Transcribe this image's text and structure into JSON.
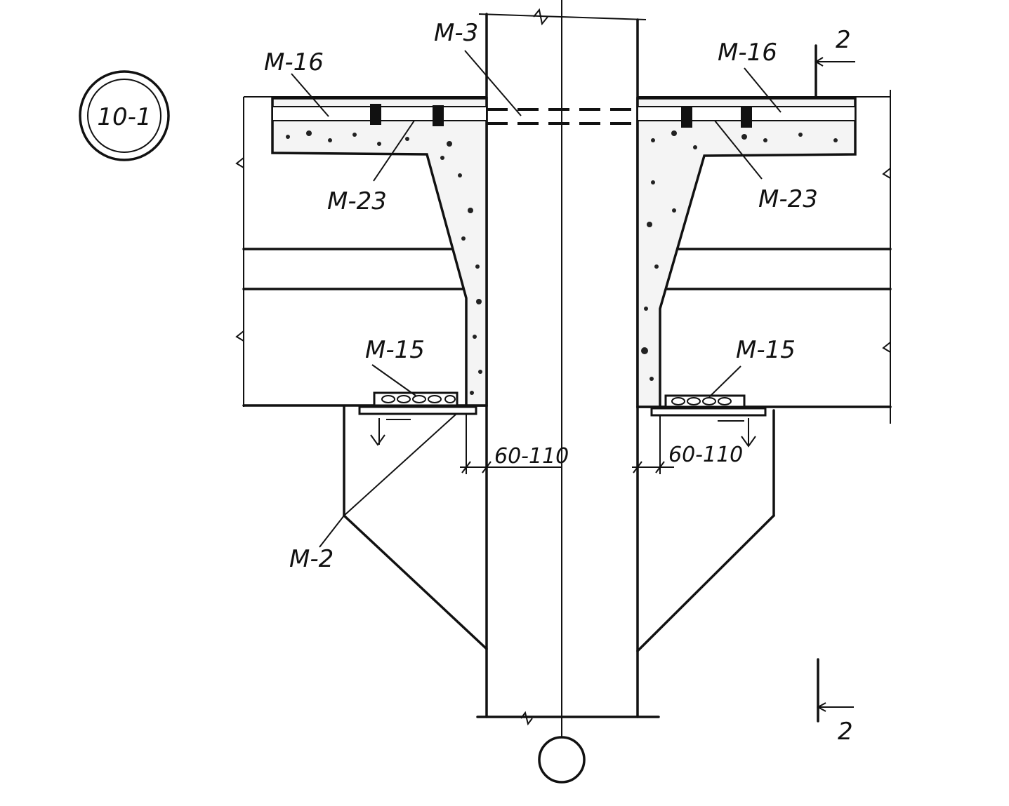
{
  "node_id": "10-1",
  "section_mark": "2",
  "labels": {
    "m16": "M-16",
    "m3": "M-3",
    "m23": "M-23",
    "m15": "M-15",
    "m2": "M-2",
    "gap": "60-110"
  }
}
